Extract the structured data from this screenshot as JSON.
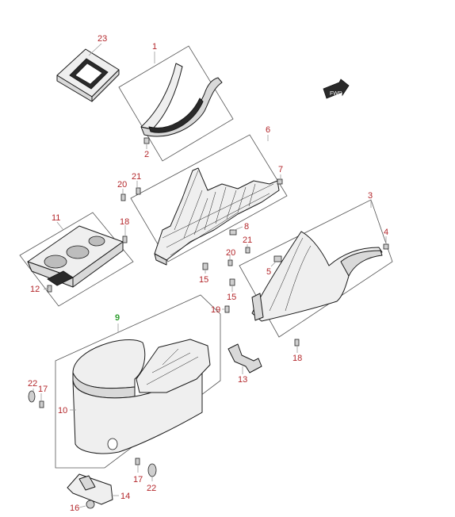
{
  "diagram": {
    "labels": [
      {
        "id": "23",
        "text": "23"
      },
      {
        "id": "1",
        "text": "1"
      },
      {
        "id": "2",
        "text": "2"
      },
      {
        "id": "6",
        "text": "6"
      },
      {
        "id": "7",
        "text": "7"
      },
      {
        "id": "21a",
        "text": "21"
      },
      {
        "id": "20a",
        "text": "20"
      },
      {
        "id": "3",
        "text": "3"
      },
      {
        "id": "11",
        "text": "11"
      },
      {
        "id": "18a",
        "text": "18"
      },
      {
        "id": "8",
        "text": "8"
      },
      {
        "id": "4",
        "text": "4"
      },
      {
        "id": "21b",
        "text": "21"
      },
      {
        "id": "20b",
        "text": "20"
      },
      {
        "id": "5",
        "text": "5"
      },
      {
        "id": "12",
        "text": "12"
      },
      {
        "id": "15a",
        "text": "15"
      },
      {
        "id": "15b",
        "text": "15"
      },
      {
        "id": "19",
        "text": "19"
      },
      {
        "id": "9",
        "text": "9"
      },
      {
        "id": "18b",
        "text": "18"
      },
      {
        "id": "13",
        "text": "13"
      },
      {
        "id": "22a",
        "text": "22"
      },
      {
        "id": "17a",
        "text": "17"
      },
      {
        "id": "10",
        "text": "10"
      },
      {
        "id": "17b",
        "text": "17"
      },
      {
        "id": "22b",
        "text": "22"
      },
      {
        "id": "14",
        "text": "14"
      },
      {
        "id": "16",
        "text": "16"
      }
    ],
    "highlighted_label": "9",
    "fwd_marker": "FWD"
  }
}
